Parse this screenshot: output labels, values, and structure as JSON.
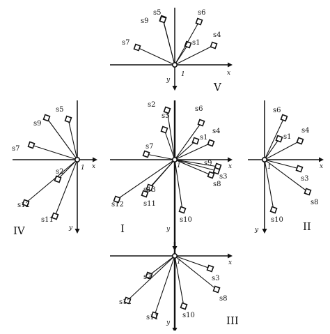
{
  "diagram": {
    "colors": {
      "ink": "#111111",
      "background": "#ffffff",
      "marker_fill": "#ffffff"
    },
    "center": {
      "axis_x": "x",
      "axis_y": "y",
      "origin": "1",
      "title": "I",
      "points": [
        {
          "label": "s1"
        },
        {
          "label": "s2"
        },
        {
          "label": "s3"
        },
        {
          "label": "s4"
        },
        {
          "label": "s5"
        },
        {
          "label": "s6"
        },
        {
          "label": "s7"
        },
        {
          "label": "s8"
        },
        {
          "label": "s9"
        },
        {
          "label": "s10"
        },
        {
          "label": "s11"
        },
        {
          "label": "s12"
        },
        {
          "label": "s13"
        }
      ]
    },
    "top": {
      "axis_x": "x",
      "axis_y": "y",
      "origin": "1",
      "title": "V",
      "points": [
        {
          "label": "s1"
        },
        {
          "label": "s4"
        },
        {
          "label": "s5"
        },
        {
          "label": "s6"
        },
        {
          "label": "s7"
        },
        {
          "label": "s9"
        }
      ]
    },
    "left": {
      "axis_x": "x",
      "axis_y": "y",
      "origin": "1",
      "title": "IV",
      "points": [
        {
          "label": "s2"
        },
        {
          "label": "s5"
        },
        {
          "label": "s7"
        },
        {
          "label": "s9"
        },
        {
          "label": "s11"
        },
        {
          "label": "s12"
        }
      ]
    },
    "right": {
      "axis_x": "x",
      "axis_y": "y",
      "origin": "1",
      "title": "II",
      "points": [
        {
          "label": "s1"
        },
        {
          "label": "s3"
        },
        {
          "label": "s4"
        },
        {
          "label": "s6"
        },
        {
          "label": "s8"
        },
        {
          "label": "s10"
        }
      ]
    },
    "bottom": {
      "axis_x": "x",
      "axis_y": "y",
      "origin": "1",
      "title": "III",
      "points": [
        {
          "label": "s2"
        },
        {
          "label": "s3"
        },
        {
          "label": "s8"
        },
        {
          "label": "s10"
        },
        {
          "label": "s11"
        },
        {
          "label": "s12"
        }
      ]
    }
  }
}
